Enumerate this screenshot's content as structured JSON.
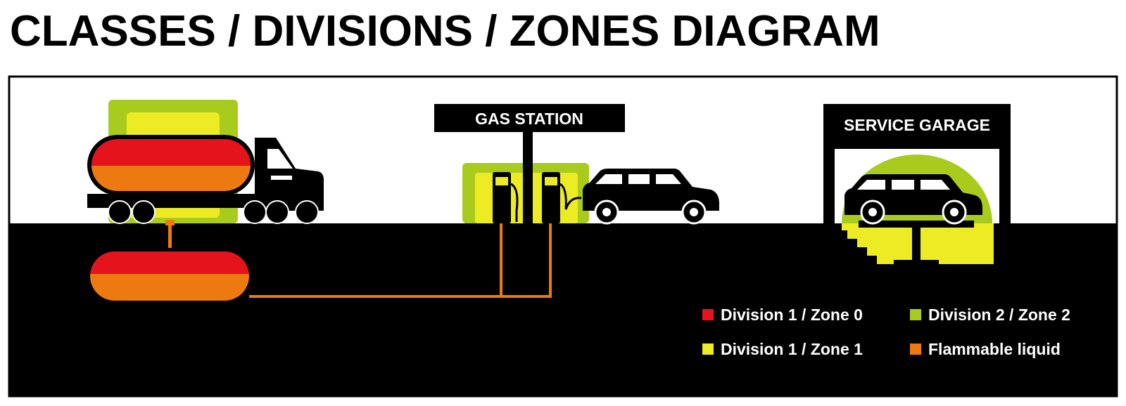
{
  "title": "CLASSES / DIVISIONS / ZONES DIAGRAM",
  "signs": {
    "gas_station": "GAS STATION",
    "service_garage": "SERVICE GARAGE"
  },
  "legend": {
    "div1_zone0": "Division 1 / Zone 0",
    "div2_zone2": "Division 2 / Zone 2",
    "div1_zone1": "Division 1 / Zone 1",
    "flammable": "Flammable liquid"
  },
  "colors": {
    "red": "#e5131c",
    "yellow": "#eceb24",
    "green": "#a9cb1d",
    "orange": "#ec7a10",
    "black": "#000000"
  },
  "icons": [
    "tanker-truck-icon",
    "fuel-pump-icon",
    "car-icon",
    "car-lift-icon"
  ]
}
